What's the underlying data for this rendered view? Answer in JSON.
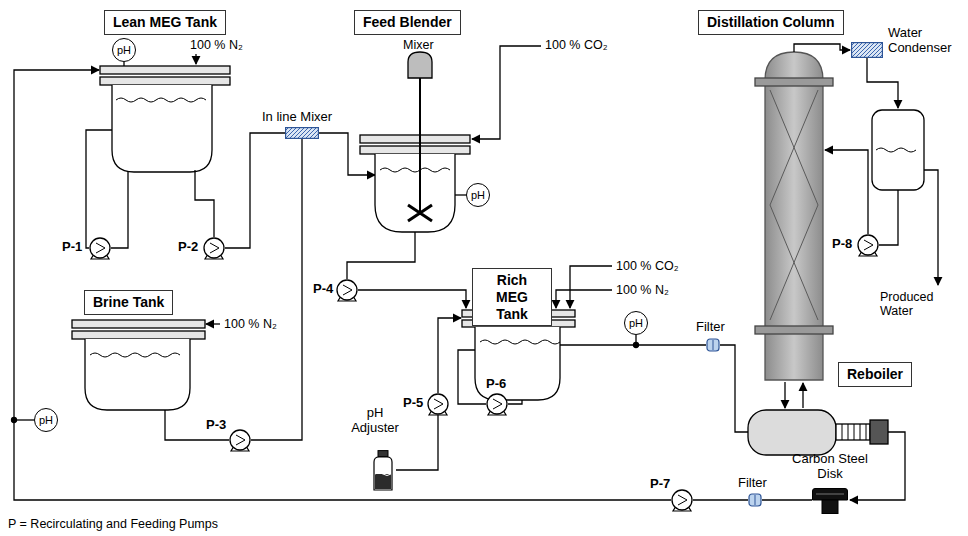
{
  "diagram": {
    "nodes": [
      {
        "text": [
          "Lean MEG Tank"
        ]
      },
      {
        "text": [
          "Feed Blender"
        ]
      },
      {
        "text": [
          "Distillation Column"
        ]
      },
      {
        "text": [
          "pH"
        ]
      },
      {
        "text": [
          "In line Mixer"
        ]
      },
      {
        "text": [
          "Water Condenser"
        ]
      },
      {
        "text": [
          "P-1"
        ]
      },
      {
        "text": [
          "P-2"
        ]
      },
      {
        "text": [
          "pH"
        ]
      },
      {
        "text": [
          "P-8"
        ]
      },
      {
        "text": [
          "P-4"
        ]
      },
      {
        "text": [
          "Rich MEG Tank"
        ]
      },
      {
        "text": [
          "pH"
        ]
      },
      {
        "text": [
          "Filter"
        ]
      },
      {
        "text": [
          "Brine Tank"
        ]
      },
      {
        "text": [
          "Reboiler"
        ]
      },
      {
        "text": [
          "pH Adjuster"
        ]
      },
      {
        "text": [
          "P-5"
        ]
      },
      {
        "text": [
          "P-6"
        ]
      },
      {
        "text": [
          "pH"
        ]
      },
      {
        "text": [
          "P-3"
        ]
      },
      {
        "text": [
          "P-7"
        ]
      },
      {
        "text": [
          "Filter"
        ]
      },
      {
        "text": [
          "Carbon Steel Disk"
        ]
      }
    ],
    "edges": [
      {
        "from": 7,
        "to": 4,
        "arrow": "none"
      },
      {
        "from": 20,
        "to": 4,
        "arrow": "none"
      },
      {
        "from": 16,
        "to": 17,
        "arrow": "none"
      },
      {
        "from": 23,
        "to": 22,
        "arrow": "none"
      },
      {
        "from": 22,
        "to": 21,
        "arrow": "none"
      }
    ],
    "labels": [
      "100 % N₂",
      "Mixer",
      "100 % CO₂",
      "100 % CO₂",
      "100 % N₂",
      "100 % N₂",
      "Produced Water",
      "P = Recirculating and Feeding Pumps"
    ]
  }
}
